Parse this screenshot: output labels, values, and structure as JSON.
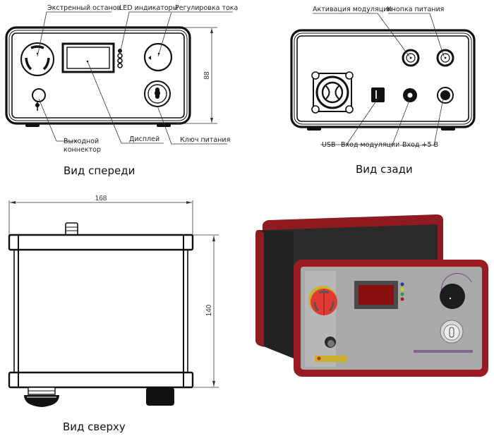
{
  "views": {
    "front": {
      "caption": "Вид спереди",
      "callouts": {
        "emergency_stop": "Экстренный останов",
        "led_indicators": "LED индикаторы",
        "current_adjust": "Регулировка тока",
        "output_connector_line1": "Выходной",
        "output_connector_line2": "коннектор",
        "display": "Дисплей",
        "power_key": "Ключ питания"
      },
      "height_dim": "88"
    },
    "rear": {
      "caption": "Вид сзади",
      "callouts": {
        "modulation_activation": "Активация модуляции",
        "power_button": "Кнопка питания",
        "usb": "USB",
        "modulation_input": "Вход модуляции",
        "power_input": "Вход +5 В"
      }
    },
    "top": {
      "caption": "Вид сверху",
      "width_dim": "168",
      "depth_dim": "140"
    },
    "photo": {
      "body_color": "#2a2a2a",
      "frame_color": "#9b1b22",
      "panel_color": "#a9a9a9",
      "led_colors": [
        "#2b3a9e",
        "#d9c62a",
        "#2f9a3a",
        "#a31a1a"
      ]
    }
  }
}
